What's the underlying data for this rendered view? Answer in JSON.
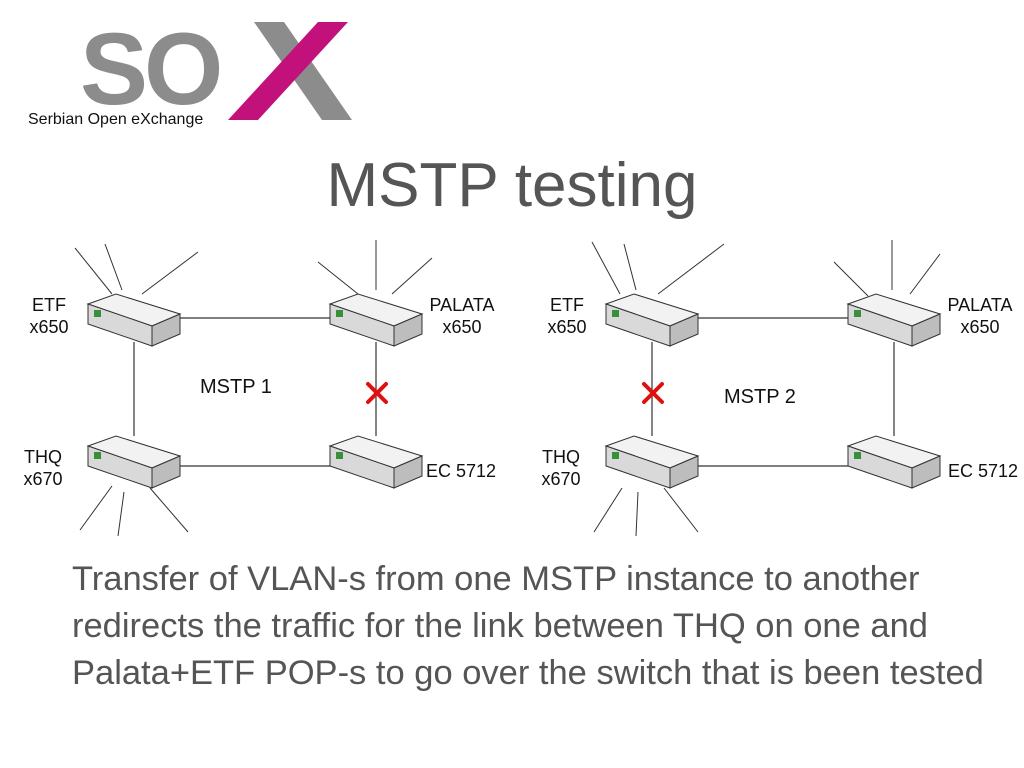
{
  "logo": {
    "wordmark": "SOX",
    "tagline": "Serbian Open eXchange"
  },
  "colors": {
    "gray": "#8c8c8c",
    "magenta": "#c2117a",
    "text": "#555555"
  },
  "title": "MSTP testing",
  "diagrams": [
    {
      "instance_label": "MSTP 1",
      "blocked_link": "PALATA - EC 5712",
      "nodes": {
        "etf": {
          "name": "ETF",
          "model": "x650"
        },
        "palata": {
          "name": "PALATA",
          "model": "x650"
        },
        "thq": {
          "name": "THQ",
          "model": "x670"
        },
        "ec": {
          "name": "EC 5712",
          "model": ""
        }
      }
    },
    {
      "instance_label": "MSTP 2",
      "blocked_link": "ETF - THQ",
      "nodes": {
        "etf": {
          "name": "ETF",
          "model": "x650"
        },
        "palata": {
          "name": "PALATA",
          "model": "x650"
        },
        "thq": {
          "name": "THQ",
          "model": "x670"
        },
        "ec": {
          "name": "EC 5712",
          "model": ""
        }
      }
    }
  ],
  "description": "Transfer of VLAN-s from one MSTP instance to another redirects the traffic for the link between THQ on one and Palata+ETF POP-s to go over the switch that is been tested"
}
